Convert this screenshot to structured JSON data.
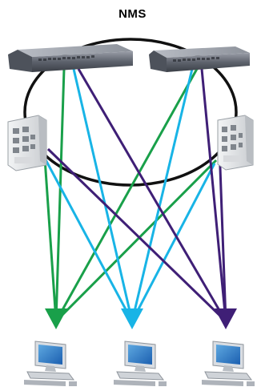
{
  "title": "NMS",
  "colors": {
    "green": "#19a04a",
    "cyan": "#18b4e6",
    "purple": "#3f1f76",
    "ring": "#111111"
  },
  "devices": {
    "core_switches": [
      "rack-switch",
      "rack-switch"
    ],
    "access_switches": [
      "din-rail-switch",
      "din-rail-switch"
    ],
    "clients": [
      "desktop-computer",
      "desktop-computer",
      "desktop-computer"
    ]
  }
}
